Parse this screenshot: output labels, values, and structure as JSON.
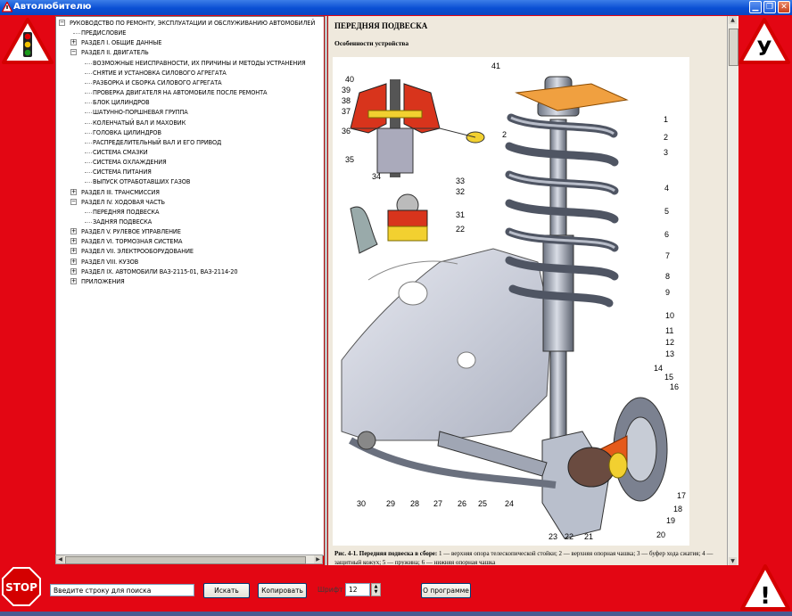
{
  "window": {
    "title": "Автолюбителю",
    "controls": [
      "minimize",
      "maximize",
      "close"
    ]
  },
  "signs": {
    "left": {
      "icon": "traffic-light-sign-icon"
    },
    "right": {
      "icon": "learner-driver-sign-icon",
      "letter": "У"
    },
    "bottom_left": {
      "icon": "stop-sign-icon",
      "text": "STOP"
    },
    "bottom_right": {
      "icon": "warning-exclamation-sign-icon",
      "text": "!"
    }
  },
  "tree": {
    "nodes": [
      {
        "label": "РУКОВОДСТВО ПО РЕМОНТУ, ЭКСПЛУАТАЦИИ И ОБСЛУЖИВАНИЮ АВТОМОБИЛЕЙ",
        "level": 0,
        "expander": "−"
      },
      {
        "label": "ПРЕДИСЛОВИЕ",
        "level": 1,
        "expander": ""
      },
      {
        "label": "РАЗДЕЛ I. ОБЩИЕ ДАННЫЕ",
        "level": 1,
        "expander": "+"
      },
      {
        "label": "РАЗДЕЛ II. ДВИГАТЕЛЬ",
        "level": 1,
        "expander": "−"
      },
      {
        "label": "ВОЗМОЖНЫЕ НЕИСПРАВНОСТИ, ИХ ПРИЧИНЫ И МЕТОДЫ УСТРАНЕНИЯ",
        "level": 2,
        "expander": ""
      },
      {
        "label": "СНЯТИЕ И УСТАНОВКА СИЛОВОГО АГРЕГАТА",
        "level": 2,
        "expander": ""
      },
      {
        "label": "РАЗБОРКА И СБОРКА СИЛОВОГО АГРЕГАТА",
        "level": 2,
        "expander": ""
      },
      {
        "label": "ПРОВЕРКА ДВИГАТЕЛЯ НА АВТОМОБИЛЕ ПОСЛЕ РЕМОНТА",
        "level": 2,
        "expander": ""
      },
      {
        "label": "БЛОК ЦИЛИНДРОВ",
        "level": 2,
        "expander": ""
      },
      {
        "label": "ШАТУННО-ПОРШНЕВАЯ ГРУППА",
        "level": 2,
        "expander": ""
      },
      {
        "label": "КОЛЕНЧАТЫЙ ВАЛ И МАХОВИК",
        "level": 2,
        "expander": ""
      },
      {
        "label": "ГОЛОВКА ЦИЛИНДРОВ",
        "level": 2,
        "expander": ""
      },
      {
        "label": "РАСПРЕДЕЛИТЕЛЬНЫЙ ВАЛ И ЕГО ПРИВОД",
        "level": 2,
        "expander": ""
      },
      {
        "label": "СИСТЕМА СМАЗКИ",
        "level": 2,
        "expander": ""
      },
      {
        "label": "СИСТЕМА ОХЛАЖДЕНИЯ",
        "level": 2,
        "expander": ""
      },
      {
        "label": "СИСТЕМА ПИТАНИЯ",
        "level": 2,
        "expander": ""
      },
      {
        "label": "ВЫПУСК ОТРАБОТАВШИХ ГАЗОВ",
        "level": 2,
        "expander": ""
      },
      {
        "label": "РАЗДЕЛ III. ТРАНСМИССИЯ",
        "level": 1,
        "expander": "+"
      },
      {
        "label": "РАЗДЕЛ IV. ХОДОВАЯ ЧАСТЬ",
        "level": 1,
        "expander": "−"
      },
      {
        "label": "ПЕРЕДНЯЯ ПОДВЕСКА",
        "level": 2,
        "expander": ""
      },
      {
        "label": "ЗАДНЯЯ ПОДВЕСКА",
        "level": 2,
        "expander": ""
      },
      {
        "label": "РАЗДЕЛ V. РУЛЕВОЕ УПРАВЛЕНИЕ",
        "level": 1,
        "expander": "+"
      },
      {
        "label": "РАЗДЕЛ VI. ТОРМОЗНАЯ СИСТЕМА",
        "level": 1,
        "expander": "+"
      },
      {
        "label": "РАЗДЕЛ VII. ЭЛЕКТРООБОРУДОВАНИЕ",
        "level": 1,
        "expander": "+"
      },
      {
        "label": "РАЗДЕЛ VIII. КУЗОВ",
        "level": 1,
        "expander": "+"
      },
      {
        "label": "РАЗДЕЛ IX. АВТОМОБИЛИ ВАЗ-2115-01, ВАЗ-2114-20",
        "level": 1,
        "expander": "+"
      },
      {
        "label": "ПРИЛОЖЕНИЯ",
        "level": 1,
        "expander": "+"
      }
    ]
  },
  "document": {
    "heading": "ПЕРЕДНЯЯ ПОДВЕСКА",
    "subheading": "Особенности устройства",
    "figure": {
      "callouts": [
        "40",
        "41",
        "39",
        "38",
        "37",
        "36",
        "35",
        "2",
        "1",
        "2",
        "3",
        "34",
        "33",
        "32",
        "31",
        "22",
        "4",
        "5",
        "6",
        "7",
        "8",
        "9",
        "10",
        "11",
        "12",
        "13",
        "14",
        "15",
        "16",
        "17",
        "18",
        "19",
        "20",
        "21",
        "22",
        "23",
        "24",
        "25",
        "26",
        "27",
        "28",
        "29",
        "30"
      ]
    },
    "caption_bold": "Рис. 4-1. Передняя подвеска в сборе:",
    "caption_text": " 1 — верхняя опора телескопической стойки; 2 — верхняя опорная чашка; 3 — буфер хода сжатия; 4 — защитный кожух; 5 — пружина; 6 — нижняя опорная чашка"
  },
  "toolbar": {
    "search_value": "Введите строку для поиска",
    "search_button": "Искать",
    "copy_button": "Копировать",
    "font_label": "Шрифт",
    "font_size": "12",
    "about_button": "О программе"
  }
}
